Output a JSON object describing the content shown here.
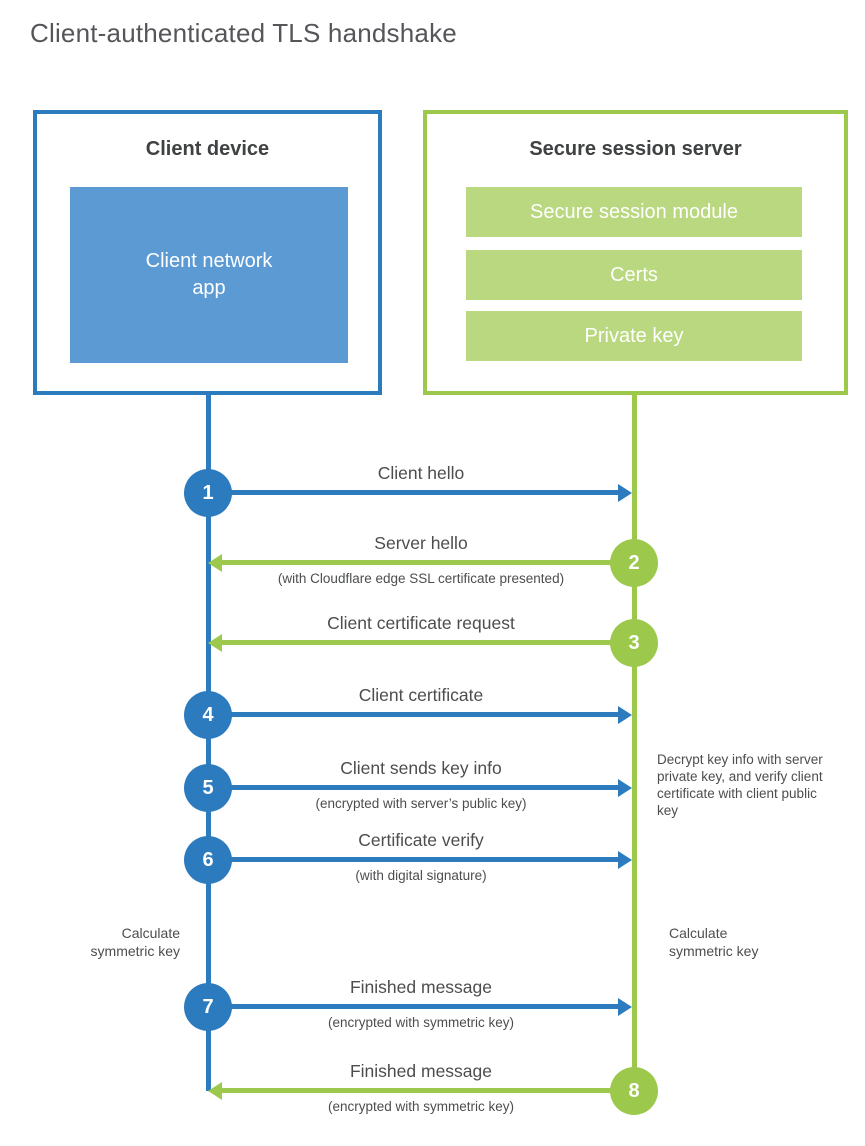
{
  "title": "Client-authenticated TLS handshake",
  "colors": {
    "blue": "#2d7bbf",
    "blue_light": "#5b9ad2",
    "green": "#9cc94c",
    "green_light": "#b9d87f",
    "heading_text": "#3f4142",
    "label_text": "#4c4d4f",
    "title_text": "#55565a"
  },
  "client_box": {
    "title": "Client device",
    "app_label": "Client network app"
  },
  "server_box": {
    "title": "Secure session server",
    "modules": [
      "Secure session module",
      "Certs",
      "Private key"
    ]
  },
  "steps": [
    {
      "num": "1",
      "from": "client",
      "to": "server",
      "color": "blue",
      "label": "Client hello",
      "sub": ""
    },
    {
      "num": "2",
      "from": "server",
      "to": "client",
      "color": "green",
      "label": "Server hello",
      "sub": "(with Cloudflare edge SSL certificate presented)"
    },
    {
      "num": "3",
      "from": "server",
      "to": "client",
      "color": "green",
      "label": "Client certificate request",
      "sub": ""
    },
    {
      "num": "4",
      "from": "client",
      "to": "server",
      "color": "blue",
      "label": "Client certificate",
      "sub": ""
    },
    {
      "num": "5",
      "from": "client",
      "to": "server",
      "color": "blue",
      "label": "Client sends key info",
      "sub": "(encrypted with server’s public key)"
    },
    {
      "num": "6",
      "from": "client",
      "to": "server",
      "color": "blue",
      "label": "Certificate verify",
      "sub": "(with digital signature)"
    },
    {
      "num": "7",
      "from": "client",
      "to": "server",
      "color": "blue",
      "label": "Finished message",
      "sub": "(encrypted with symmetric key)"
    },
    {
      "num": "8",
      "from": "server",
      "to": "client",
      "color": "green",
      "label": "Finished message",
      "sub": "(encrypted with symmetric key)"
    }
  ],
  "notes": {
    "calc_left": "Calculate\nsymmetric key",
    "calc_right": "Calculate\nsymmetric key",
    "decrypt": "Decrypt key info with server private key, and verify client certificate with client public key"
  }
}
